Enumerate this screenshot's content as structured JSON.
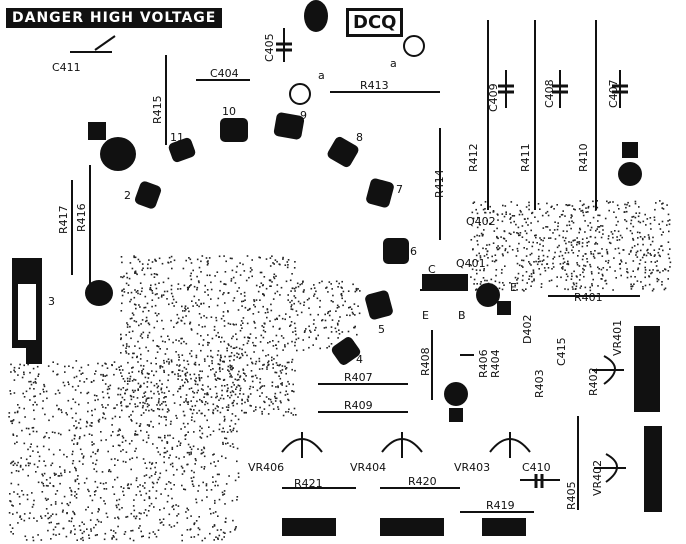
{
  "banner": "DANGER HIGH VOLTAGE",
  "dcq": "DCQ",
  "capacitors": {
    "c411": "C411",
    "c404": "C404",
    "c405": "C405",
    "c408": "C408",
    "c409": "C409",
    "c407": "C407",
    "c410": "C410",
    "c415": "C415"
  },
  "resistors": {
    "r413": "R413",
    "r415": "R415",
    "r414": "R414",
    "r412": "R412",
    "r411": "R411",
    "r410": "R410",
    "r417": "R417",
    "r416": "R416",
    "r401": "R401",
    "r402": "R402",
    "r403": "R403",
    "r404": "R404",
    "r405": "R405",
    "r406": "R406",
    "r407": "R407",
    "r408": "R408",
    "r409": "R409",
    "r419": "R419",
    "r420": "R420",
    "r421": "R421"
  },
  "transistors": {
    "q402": "Q402",
    "q401": "Q401"
  },
  "diodes": {
    "d402": "D402"
  },
  "pins": {
    "e": "E",
    "c": "C",
    "b": "B",
    "a": "a"
  },
  "vr": {
    "vr406": "VR406",
    "vr404": "VR404",
    "vr403": "VR403",
    "vr401": "VR401",
    "vr402": "VR402"
  },
  "socket_numbers": [
    "2",
    "3",
    "4",
    "5",
    "6",
    "7",
    "8",
    "9",
    "10",
    "11"
  ],
  "colors": {
    "ink": "#111111",
    "paper": "#ffffff"
  }
}
